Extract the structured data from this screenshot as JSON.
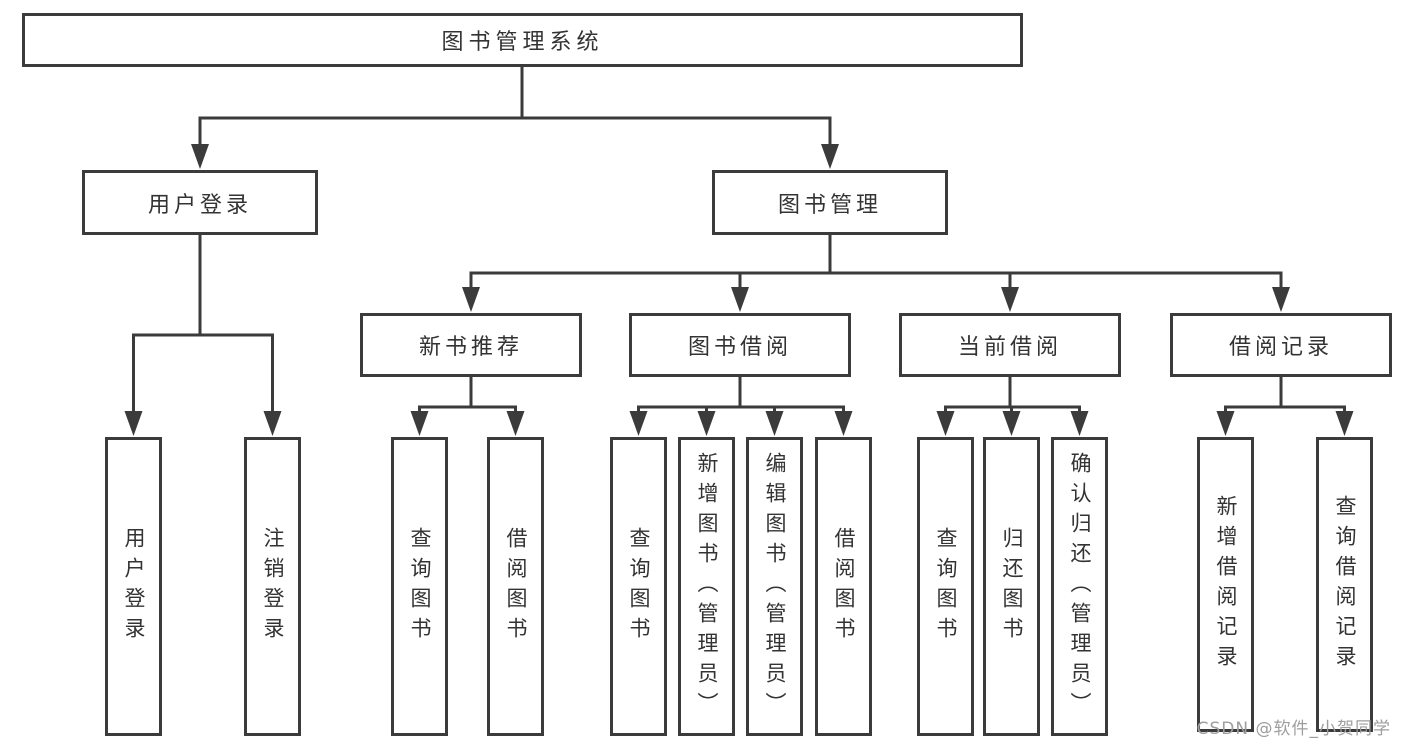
{
  "diagram_title": "图书管理系统",
  "tree": {
    "root": {
      "label": "图书管理系统"
    },
    "branches": [
      {
        "label": "用户登录",
        "children": [
          {
            "label": "用户登录"
          },
          {
            "label": "注销登录"
          }
        ]
      },
      {
        "label": "图书管理",
        "children": [
          {
            "label": "新书推荐",
            "children": [
              {
                "label": "查询图书"
              },
              {
                "label": "借阅图书"
              }
            ]
          },
          {
            "label": "图书借阅",
            "children": [
              {
                "label": "查询图书"
              },
              {
                "label": "新增图书（管理员）"
              },
              {
                "label": "编辑图书（管理员）"
              },
              {
                "label": "借阅图书"
              }
            ]
          },
          {
            "label": "当前借阅",
            "children": [
              {
                "label": "查询图书"
              },
              {
                "label": "归还图书"
              },
              {
                "label": "确认归还（管理员）"
              }
            ]
          },
          {
            "label": "借阅记录",
            "children": [
              {
                "label": "新增借阅记录"
              },
              {
                "label": "查询借阅记录"
              }
            ]
          }
        ]
      }
    ]
  },
  "watermark": {
    "text": "CSDN @软件_小贺同学"
  },
  "colors": {
    "line": "#3b3b3b",
    "box_border": "#3b3b3b",
    "box_background": "#ffffff",
    "text": "#333333",
    "watermark_text": "#9e9e9e"
  }
}
